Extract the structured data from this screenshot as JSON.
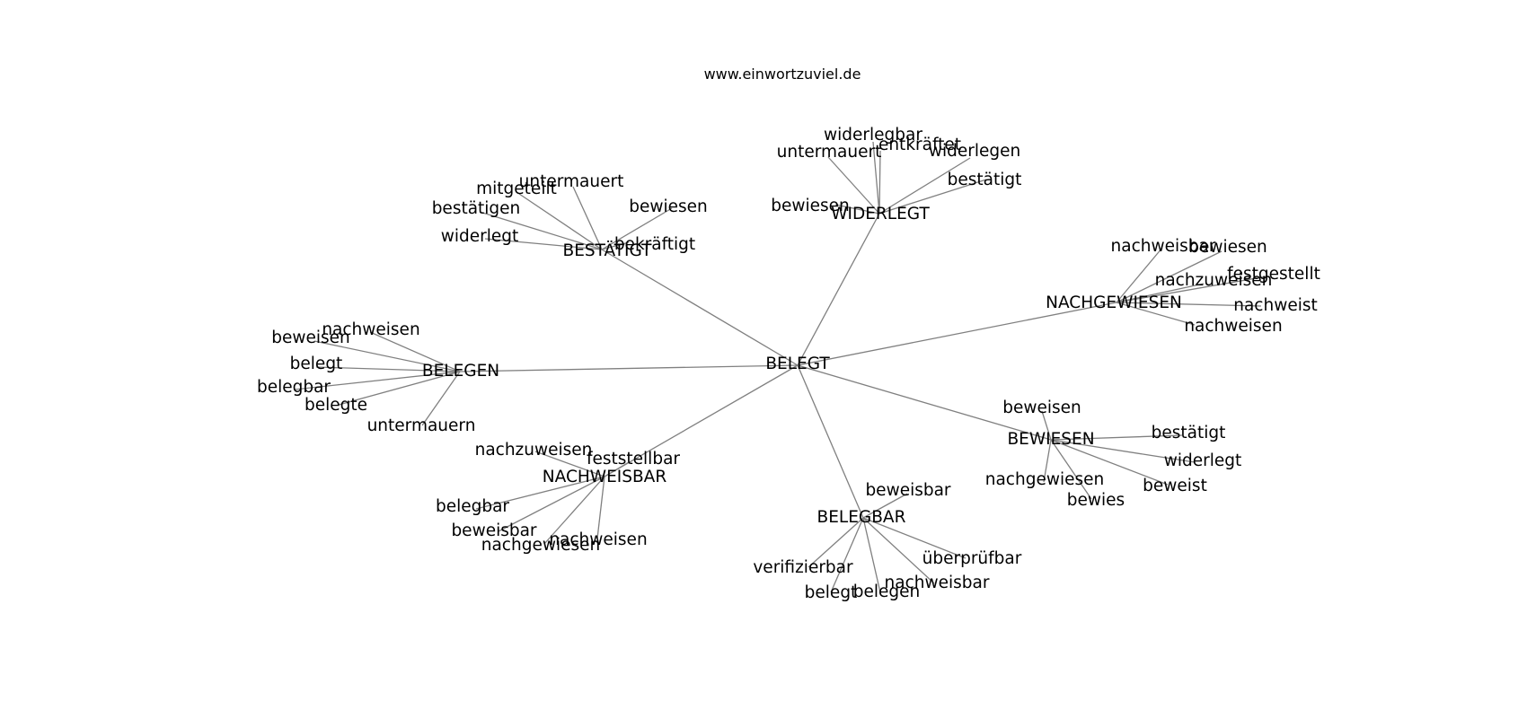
{
  "source": "www.einwortzuviel.de",
  "center": "BELEGT",
  "clusters": [
    {
      "label": "WIDERLEGT",
      "words": [
        "widerlegbar",
        "entkräftet",
        "untermauert",
        "widerlegen",
        "bestätigt",
        "bewiesen"
      ]
    },
    {
      "label": "BESTÄTIGT",
      "words": [
        "untermauert",
        "mitgeteilt",
        "bestätigen",
        "bewiesen",
        "widerlegt",
        "bekräftigt"
      ]
    },
    {
      "label": "NACHGEWIESEN",
      "words": [
        "nachweisbar",
        "bewiesen",
        "festgestellt",
        "nachzuweisen",
        "nachweist",
        "nachweisen"
      ]
    },
    {
      "label": "BELEGEN",
      "words": [
        "nachweisen",
        "beweisen",
        "belegt",
        "belegbar",
        "belegte",
        "untermauern"
      ]
    },
    {
      "label": "BEWIESEN",
      "words": [
        "beweisen",
        "bestätigt",
        "widerlegt",
        "nachgewiesen",
        "beweist",
        "bewies"
      ]
    },
    {
      "label": "NACHWEISBAR",
      "words": [
        "nachzuweisen",
        "feststellbar",
        "belegbar",
        "beweisbar",
        "nachweisen",
        "nachgewiesen"
      ]
    },
    {
      "label": "BELEGBAR",
      "words": [
        "beweisbar",
        "überprüfbar",
        "verifizierbar",
        "nachweisbar",
        "belegt",
        "belegen"
      ]
    }
  ]
}
